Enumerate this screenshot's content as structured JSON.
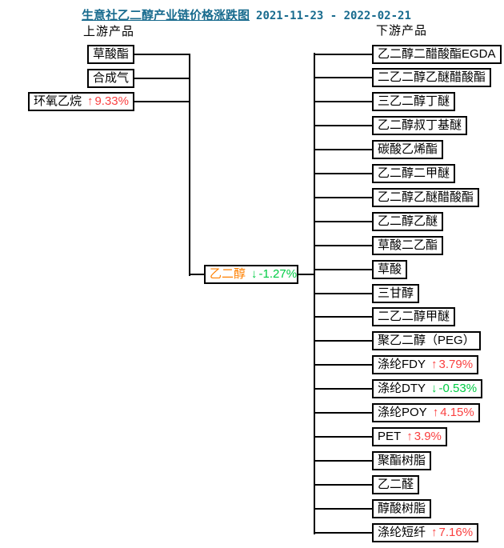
{
  "title": {
    "text": "生意社乙二醇产业链价格涨跌图",
    "date_range": "2021-11-23 - 2022-02-21"
  },
  "column_labels": {
    "upstream": "上游产品",
    "downstream": "下游产品"
  },
  "arrows": {
    "up": "↑",
    "down": "↓"
  },
  "colors": {
    "title": "#186b8e",
    "up": "#fa4040",
    "down": "#00cc44",
    "center_name": "#ff8000",
    "line": "#000000",
    "background": "#ffffff"
  },
  "center_node": {
    "name": "乙二醇",
    "direction": "down",
    "change": "-1.27%"
  },
  "upstream_nodes": [
    {
      "name": "草酸酯"
    },
    {
      "name": "合成气"
    },
    {
      "name": "环氧乙烷",
      "direction": "up",
      "change": "9.33%"
    }
  ],
  "downstream_nodes": [
    {
      "name": "乙二醇二醋酸酯EGDA"
    },
    {
      "name": "二乙二醇乙醚醋酸酯"
    },
    {
      "name": "三乙二醇丁醚"
    },
    {
      "name": "乙二醇叔丁基醚"
    },
    {
      "name": "碳酸乙烯酯"
    },
    {
      "name": "乙二醇二甲醚"
    },
    {
      "name": "乙二醇乙醚醋酸酯"
    },
    {
      "name": "乙二醇乙醚"
    },
    {
      "name": "草酸二乙酯"
    },
    {
      "name": "草酸"
    },
    {
      "name": "三甘醇"
    },
    {
      "name": "二乙二醇甲醚"
    },
    {
      "name": "聚乙二醇（PEG）"
    },
    {
      "name": "涤纶FDY",
      "direction": "up",
      "change": "3.79%"
    },
    {
      "name": "涤纶DTY",
      "direction": "down",
      "change": "-0.53%"
    },
    {
      "name": "涤纶POY",
      "direction": "up",
      "change": "4.15%"
    },
    {
      "name": "PET",
      "direction": "up",
      "change": "3.9%"
    },
    {
      "name": "聚酯树脂"
    },
    {
      "name": "乙二醛"
    },
    {
      "name": "醇酸树脂"
    },
    {
      "name": "涤纶短纤",
      "direction": "up",
      "change": "7.16%"
    }
  ]
}
